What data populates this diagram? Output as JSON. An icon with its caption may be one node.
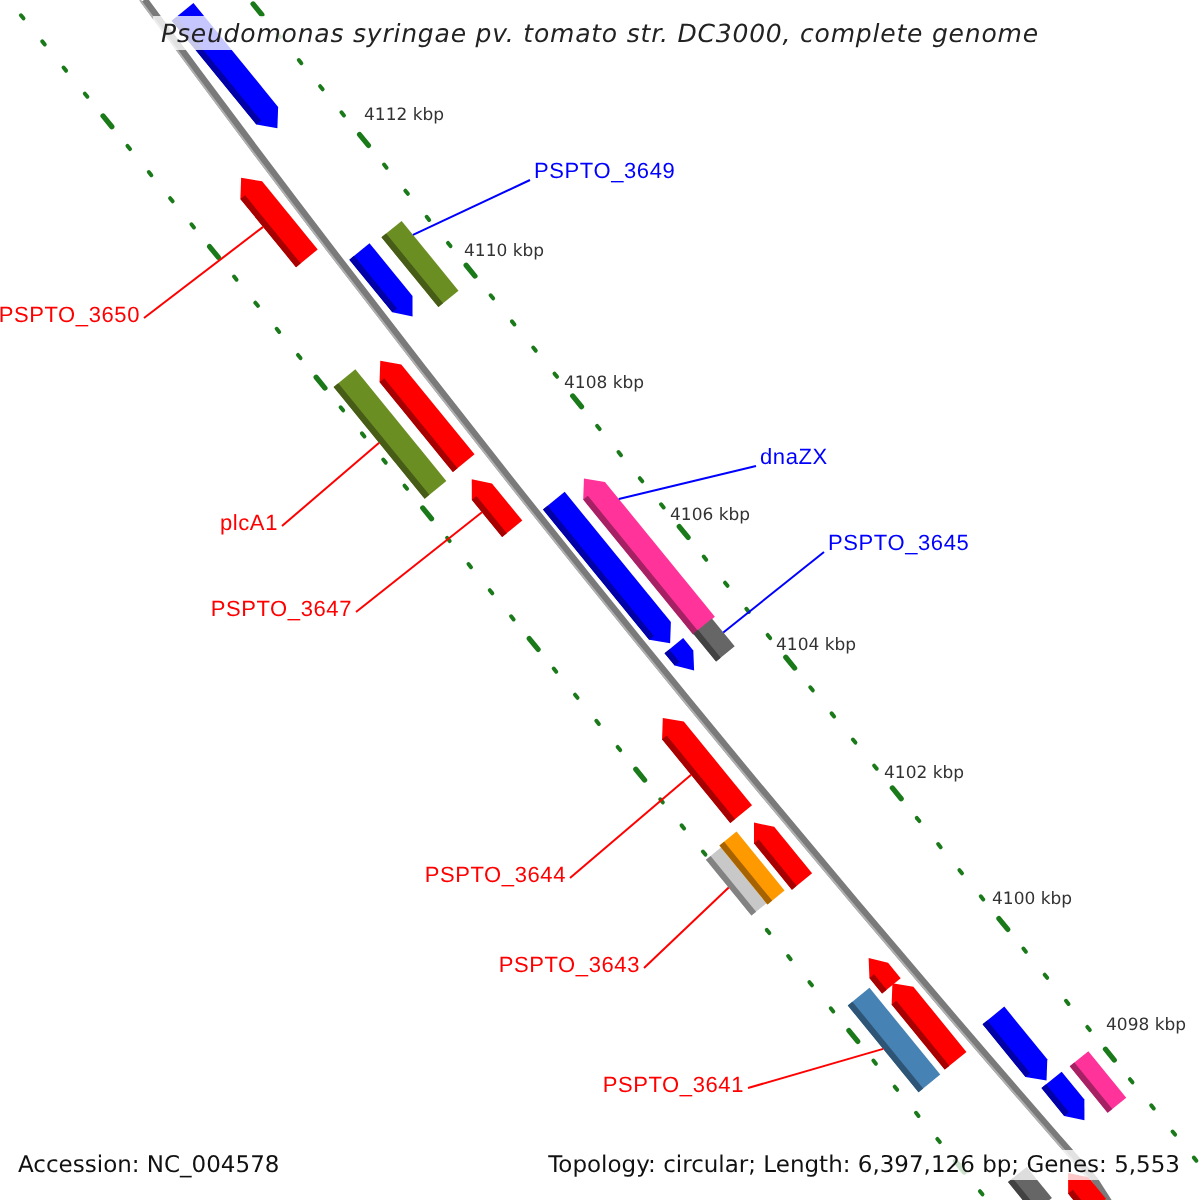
{
  "diagram": {
    "title": "Pseudomonas syringae pv. tomato str. DC3000, complete genome",
    "nodes": [
      {
        "text": [
          "PSPTO_3649"
        ]
      },
      {
        "text": [],
        "shape": "bar"
      },
      {
        "text": [
          "PSPTO_3650"
        ]
      },
      {
        "text": [],
        "shape": "arrow"
      },
      {
        "text": [
          "plcA1"
        ]
      },
      {
        "text": [],
        "shape": "bar"
      },
      {
        "text": [
          "dnaZX"
        ]
      },
      {
        "text": [],
        "shape": "arrow"
      },
      {
        "text": [
          "PSPTO_3645"
        ]
      },
      {
        "text": [],
        "shape": "bar"
      },
      {
        "text": [
          "PSPTO_3647"
        ]
      },
      {
        "text": [],
        "shape": "arrow"
      },
      {
        "text": [
          "PSPTO_3644"
        ]
      },
      {
        "text": [],
        "shape": "arrow"
      },
      {
        "text": [
          "PSPTO_3643"
        ]
      },
      {
        "text": [],
        "shape": "bar"
      },
      {
        "text": [
          "PSPTO_3641"
        ]
      },
      {
        "text": [],
        "shape": "bar"
      },
      {
        "text": [],
        "shape": "arrow"
      },
      {
        "text": [],
        "shape": "arrow"
      },
      {
        "text": [],
        "shape": "arrow"
      },
      {
        "text": [],
        "shape": "arrow"
      },
      {
        "text": [],
        "shape": "arrow"
      },
      {
        "text": [],
        "shape": "arrow"
      },
      {
        "text": [],
        "shape": "bar"
      },
      {
        "text": [],
        "shape": "arrow"
      },
      {
        "text": [],
        "shape": "arrow"
      },
      {
        "text": [],
        "shape": "arrow"
      },
      {
        "text": [],
        "shape": "arrow"
      },
      {
        "text": [],
        "shape": "bar"
      },
      {
        "text": [],
        "shape": "bar"
      },
      {
        "text": [],
        "shape": "arrow"
      }
    ],
    "edges": [
      {
        "from": 0,
        "to": 1,
        "arrow": "none",
        "color": "#0000ff"
      },
      {
        "from": 2,
        "to": 3,
        "arrow": "none"
      },
      {
        "from": 4,
        "to": 5,
        "arrow": "none"
      },
      {
        "from": 6,
        "to": 7,
        "arrow": "none",
        "color": "#0000ff"
      },
      {
        "from": 8,
        "to": 9,
        "arrow": "none",
        "color": "#0000ff"
      },
      {
        "from": 10,
        "to": 11,
        "arrow": "none"
      },
      {
        "from": 12,
        "to": 13,
        "arrow": "none"
      },
      {
        "from": 14,
        "to": 15,
        "arrow": "none"
      },
      {
        "from": 16,
        "to": 17,
        "arrow": "none"
      }
    ],
    "labels": [
      "4112 kbp",
      "4110 kbp",
      "4108 kbp",
      "4106 kbp",
      "4104 kbp",
      "4102 kbp",
      "4100 kbp",
      "4098 kbp",
      "Accession: NC_004578",
      "Topology: circular; Length: 6,397,126 bp; Genes: 5,553"
    ]
  }
}
